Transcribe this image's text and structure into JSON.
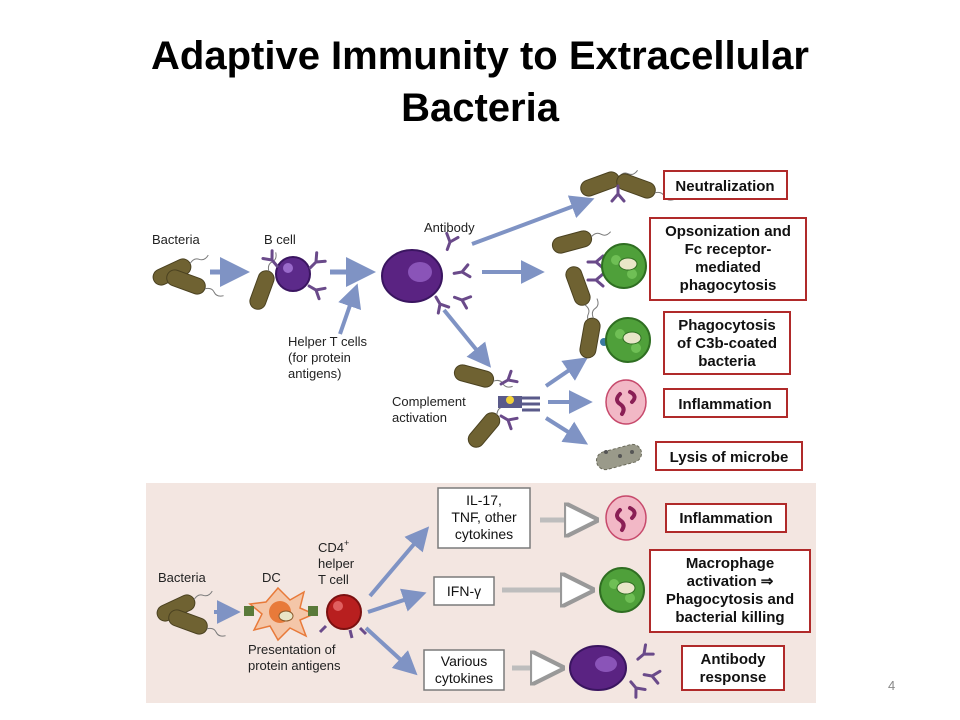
{
  "slide": {
    "title_line1": "Adaptive Immunity to Extracellular",
    "title_line2": "Bacteria",
    "page_number": "4"
  },
  "top_panel": {
    "labels": {
      "bacteria": "Bacteria",
      "b_cell": "B cell",
      "antibody": "Antibody",
      "helper_line1": "Helper T cells",
      "helper_line2": "(for protein",
      "helper_line3": "antigens)",
      "complement_line1": "Complement",
      "complement_line2": "activation"
    },
    "outcomes": {
      "neutralization": "Neutralization",
      "opsonization_line1": "Opsonization and",
      "opsonization_line2": "Fc receptor-",
      "opsonization_line3": "mediated",
      "opsonization_line4": "phagocytosis",
      "phagocytosis_line1": "Phagocytosis",
      "phagocytosis_line2": "of C3b-coated",
      "phagocytosis_line3": "bacteria",
      "inflammation": "Inflammation",
      "lysis": "Lysis of microbe"
    }
  },
  "bottom_panel": {
    "labels": {
      "bacteria": "Bacteria",
      "dc": "DC",
      "cd4_line1": "CD4",
      "cd4_sup": "+",
      "cd4_line2": "helper",
      "cd4_line3": "T cell",
      "presentation_line1": "Presentation of",
      "presentation_line2": "protein antigens"
    },
    "cytokines": {
      "il17_line1": "IL-17,",
      "il17_line2": "TNF, other",
      "il17_line3": "cytokines",
      "ifn": "IFN-γ",
      "various_line1": "Various",
      "various_line2": "cytokines"
    },
    "outcomes": {
      "inflammation": "Inflammation",
      "macrophage_line1": "Macrophage",
      "macrophage_line2": "activation ⇒",
      "macrophage_line3": "Phagocytosis and",
      "macrophage_line4": "bacterial killing",
      "antibody_line1": "Antibody",
      "antibody_line2": "response"
    }
  },
  "colors": {
    "arrow_blue": "#7f93c4",
    "box_border": "#b02a2a",
    "bottom_bg": "#f3e6e1",
    "bacterium": "#6f6232",
    "b_cell": "#5c2a8a",
    "macrophage": "#4fa03a",
    "neutrophil": "#c74a6c",
    "t_cell": "#b81f1f",
    "dc": "#e87a3a"
  }
}
